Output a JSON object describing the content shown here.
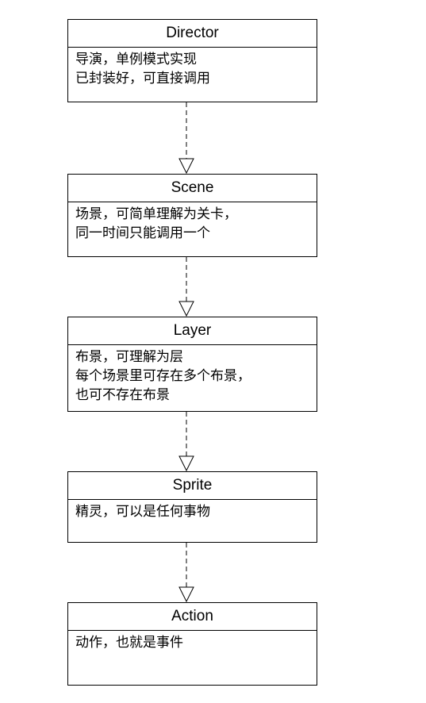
{
  "boxes": [
    {
      "title": "Director",
      "lines": [
        "导演，单例模式实现",
        "已封装好，可直接调用"
      ]
    },
    {
      "title": "Scene",
      "lines": [
        "场景，可简单理解为关卡，",
        "同一时间只能调用一个"
      ]
    },
    {
      "title": "Layer",
      "lines": [
        "布景，可理解为层",
        "每个场景里可存在多个布景，",
        "也可不存在布景"
      ]
    },
    {
      "title": "Sprite",
      "lines": [
        "精灵，可以是任何事物"
      ]
    },
    {
      "title": "Action",
      "lines": [
        "动作，也就是事件"
      ]
    }
  ],
  "colors": {
    "stroke": "#000000",
    "background": "#ffffff"
  }
}
